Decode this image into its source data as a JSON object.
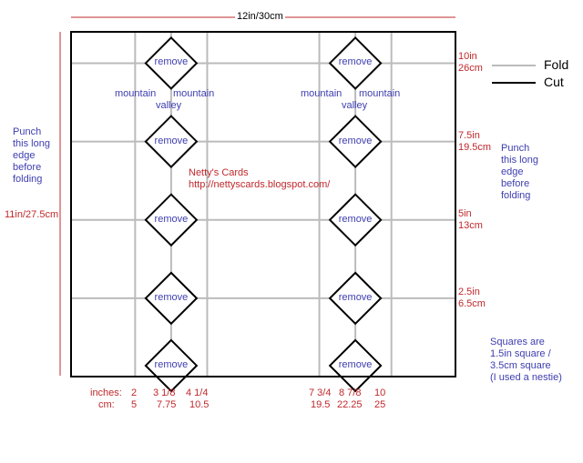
{
  "dimensions": {
    "width_label": "12in/30cm",
    "height_label": "11in/27.5cm"
  },
  "card": {
    "width_in": 12,
    "height_in": 11
  },
  "fold_positions_in": [
    2,
    3.125,
    4.25,
    7.75,
    8.875,
    10
  ],
  "horizontal_folds": [
    {
      "in": 10,
      "label_in": "10in",
      "label_cm": "26cm"
    },
    {
      "in": 7.5,
      "label_in": "7.5in",
      "label_cm": "19.5cm"
    },
    {
      "in": 5,
      "label_in": "5in",
      "label_cm": "13cm"
    },
    {
      "in": 2.5,
      "label_in": "2.5in",
      "label_cm": "6.5cm"
    }
  ],
  "diamond_label": "remove",
  "diamond_centers_in": [
    3.125,
    8.875
  ],
  "diamond_rows_in": [
    10,
    7.5,
    5,
    2.5,
    0.35
  ],
  "square_size_in": 1.5,
  "fold_labels": {
    "mountain": "mountain",
    "valley": "valley"
  },
  "legend": {
    "fold": "Fold",
    "cut": "Cut",
    "fold_color": "#bbbbbb",
    "cut_color": "#000000"
  },
  "punch_note": {
    "line1": "Punch",
    "line2": "this long",
    "line3": "edge",
    "line4": "before",
    "line5": "folding"
  },
  "credit": {
    "name": "Netty's Cards",
    "url": "http://nettyscards.blogspot.com/"
  },
  "squares_note": {
    "line1": "Squares are",
    "line2": "1.5in square /",
    "line3": "3.5cm square",
    "line4": "(I used a nestie)"
  },
  "bottom_scale": {
    "inches_label": "inches:",
    "cm_label": "cm:",
    "inches": [
      "2",
      "3 1/8",
      "4 1/4",
      "7 3/4",
      "8 7/8",
      "10"
    ],
    "cm": [
      "5",
      "7.75",
      "10.5",
      "19.5",
      "22.25",
      "25"
    ]
  },
  "colors": {
    "red": "#c0282c",
    "blue": "#3d3db0",
    "fold": "#bbbbbb"
  }
}
